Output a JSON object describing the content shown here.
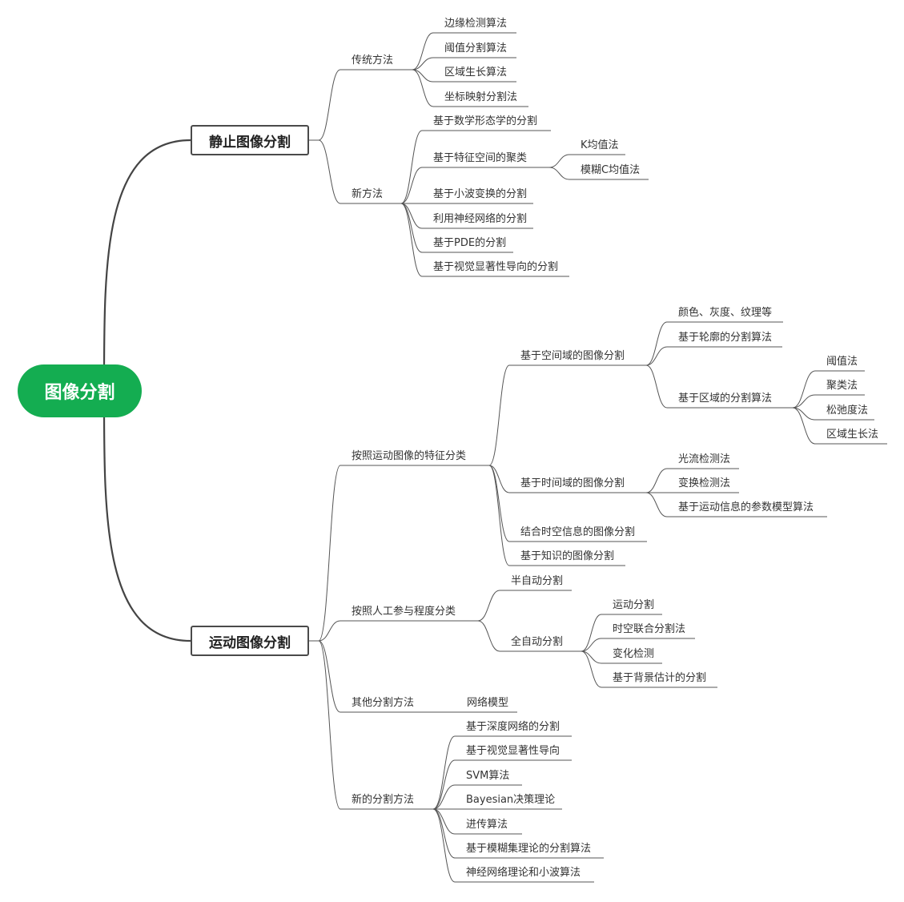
{
  "root": {
    "label": "图像分割"
  },
  "branches": [
    {
      "label": "静止图像分割",
      "children": [
        {
          "label": "传统方法",
          "children": [
            {
              "label": "边缘检测算法"
            },
            {
              "label": "阈值分割算法"
            },
            {
              "label": "区域生长算法"
            },
            {
              "label": "坐标映射分割法"
            }
          ]
        },
        {
          "label": "新方法",
          "children": [
            {
              "label": "基于数学形态学的分割"
            },
            {
              "label": "基于特征空间的聚类",
              "children": [
                {
                  "label": "K均值法"
                },
                {
                  "label": "模糊C均值法"
                }
              ]
            },
            {
              "label": "基于小波变换的分割"
            },
            {
              "label": "利用神经网络的分割"
            },
            {
              "label": "基于PDE的分割"
            },
            {
              "label": "基于视觉显著性导向的分割"
            }
          ]
        }
      ]
    },
    {
      "label": "运动图像分割",
      "children": [
        {
          "label": "按照运动图像的特征分类",
          "children": [
            {
              "label": "基于空间域的图像分割",
              "children": [
                {
                  "label": "颜色、灰度、纹理等"
                },
                {
                  "label": "基于轮廓的分割算法"
                },
                {
                  "label": "基于区域的分割算法",
                  "children": [
                    {
                      "label": "阈值法"
                    },
                    {
                      "label": "聚类法"
                    },
                    {
                      "label": "松弛度法"
                    },
                    {
                      "label": "区域生长法"
                    }
                  ]
                }
              ]
            },
            {
              "label": "基于时间域的图像分割",
              "children": [
                {
                  "label": "光流检测法"
                },
                {
                  "label": "变换检测法"
                },
                {
                  "label": "基于运动信息的参数模型算法"
                }
              ]
            },
            {
              "label": "结合时空信息的图像分割"
            },
            {
              "label": "基于知识的图像分割"
            }
          ]
        },
        {
          "label": "按照人工参与程度分类",
          "children": [
            {
              "label": "半自动分割"
            },
            {
              "label": "全自动分割",
              "children": [
                {
                  "label": "运动分割"
                },
                {
                  "label": "时空联合分割法"
                },
                {
                  "label": "变化检测"
                },
                {
                  "label": "基于背景估计的分割"
                }
              ]
            }
          ]
        },
        {
          "label": "其他分割方法",
          "children": [
            {
              "label": "网络模型"
            }
          ]
        },
        {
          "label": "新的分割方法",
          "children": [
            {
              "label": "基于深度网络的分割"
            },
            {
              "label": "基于视觉显著性导向"
            },
            {
              "label": "SVM算法"
            },
            {
              "label": "Bayesian决策理论"
            },
            {
              "label": "进传算法"
            },
            {
              "label": "基于模糊集理论的分割算法"
            },
            {
              "label": "神经网络理论和小波算法"
            }
          ]
        }
      ]
    }
  ]
}
